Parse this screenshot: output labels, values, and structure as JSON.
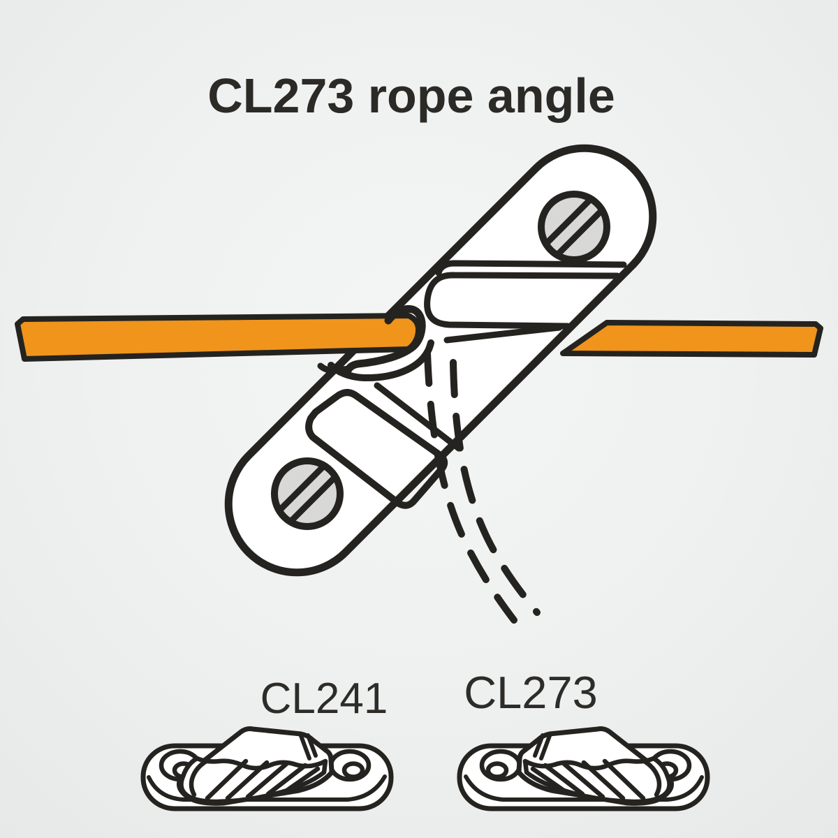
{
  "title": "CL273 rope angle",
  "colors": {
    "rope_orange": "#F0941C",
    "outline_dark": "#25231F",
    "screw_gray": "#D8D8D6",
    "cleat_body_white": "#FFFFFF",
    "background_gray": "#EFF1F1",
    "text_dark": "#2B2A26"
  },
  "diagram": {
    "description": "Top view of a clam cleat rotated 45 degrees with an orange rope passing horizontally through it; dashed curved lines indicate the alternative rope exit angle",
    "elements": {
      "cleat": "rotated-cleat-top-view",
      "screws": "two-slotted-screws",
      "rope": "orange-rope-horizontal",
      "angle_indicator": "dashed-rope-angle-curves"
    }
  },
  "products": [
    {
      "label": "CL241"
    },
    {
      "label": "CL273"
    }
  ]
}
